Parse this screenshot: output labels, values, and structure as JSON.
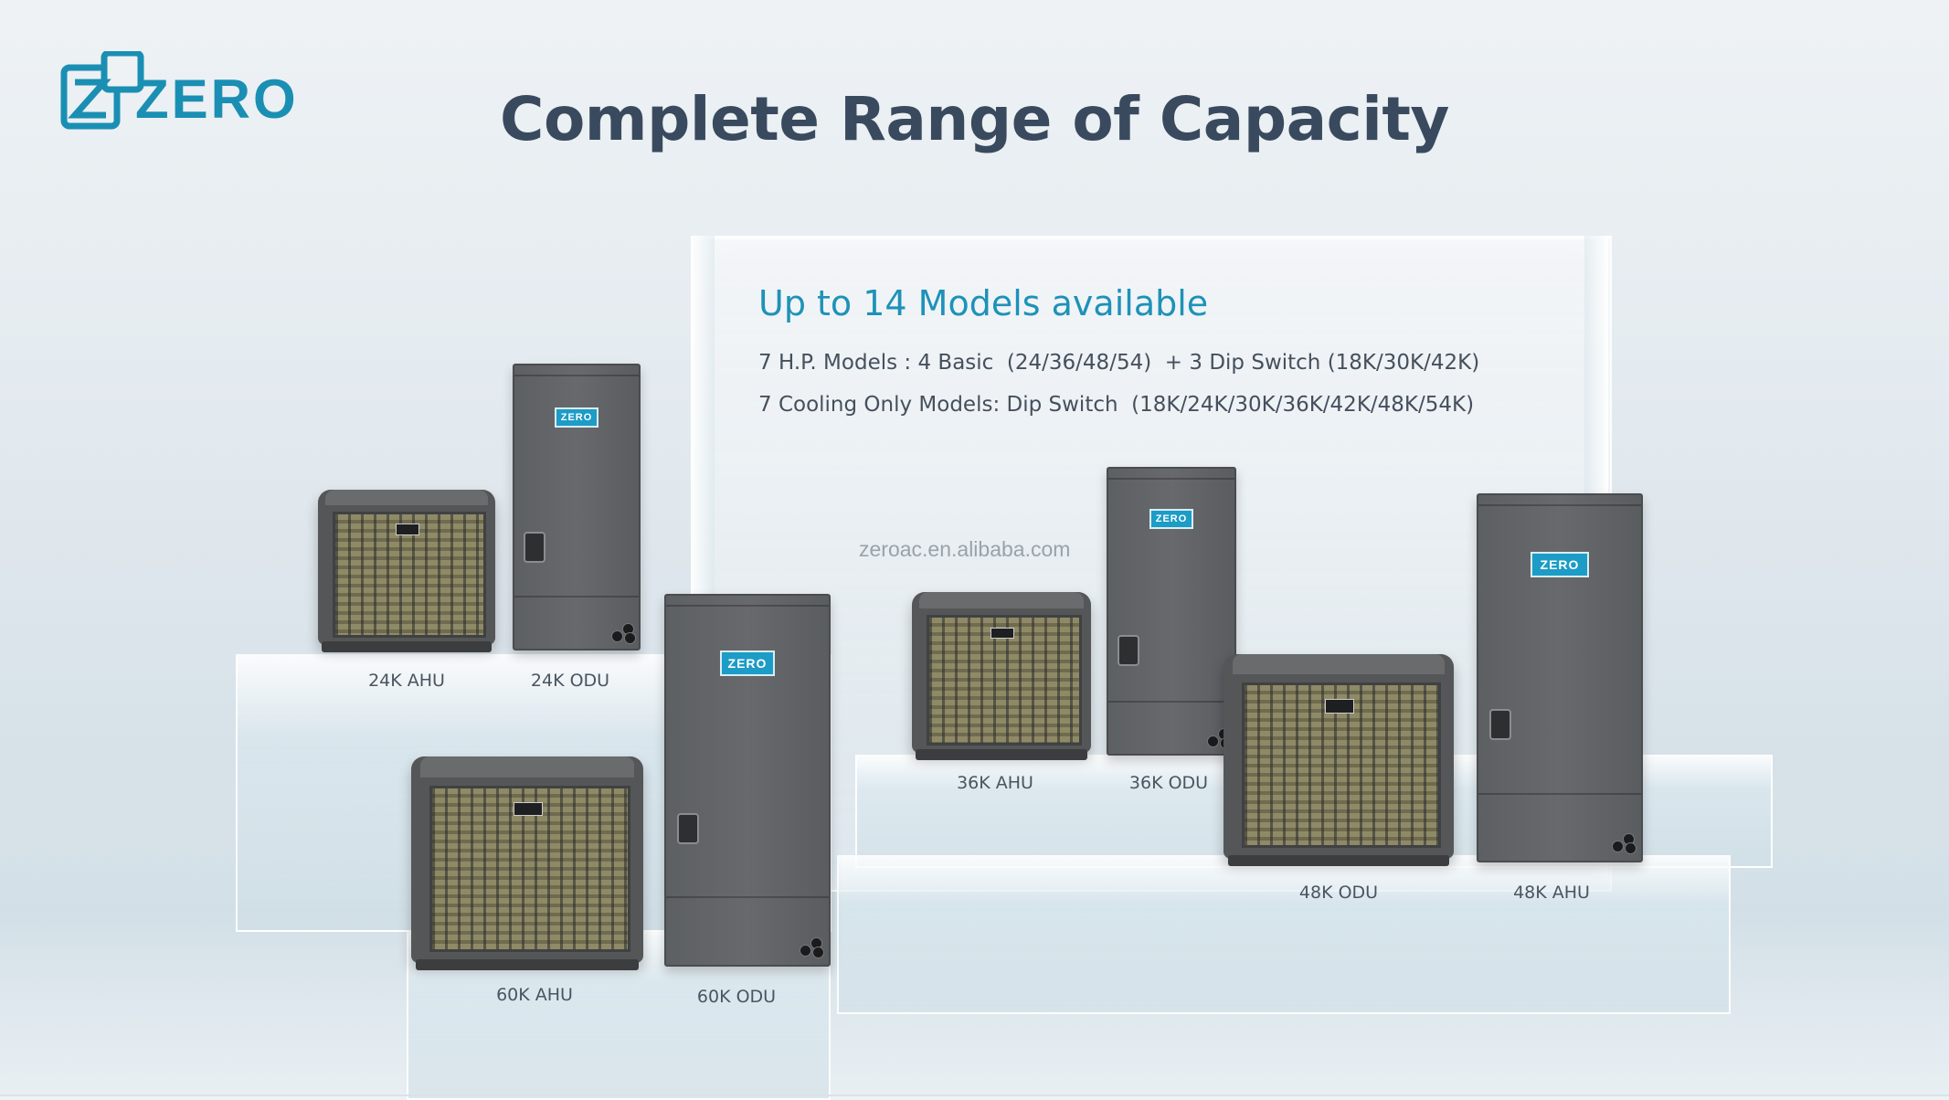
{
  "header": {
    "logo_text": "ZERO",
    "title": "Complete Range of Capacity"
  },
  "panel": {
    "heading": "Up to 14 Models available",
    "line_1": "7 H.P. Models : 4 Basic  (24/36/48/54)  + 3 Dip Switch (18K/30K/42K)",
    "line_2": "7 Cooling Only Models: Dip Switch  (18K/24K/30K/36K/42K/48K/54K)"
  },
  "watermark": "zeroac.en.alibaba.com",
  "units": {
    "u24_condenser": "24K AHU",
    "u24_handler": "24K ODU",
    "u60_condenser": "60K AHU",
    "u60_handler": "60K ODU",
    "u36_condenser": "36K AHU",
    "u36_handler": "36K ODU",
    "u48_condenser": "48K ODU",
    "u48_handler": "48K AHU"
  },
  "colors": {
    "brand": "#1e92b8",
    "title": "#3a4a5e",
    "unit_body": "#5d6063"
  },
  "icons": [
    "zero-logo-icon",
    "brand-badge-icon"
  ]
}
